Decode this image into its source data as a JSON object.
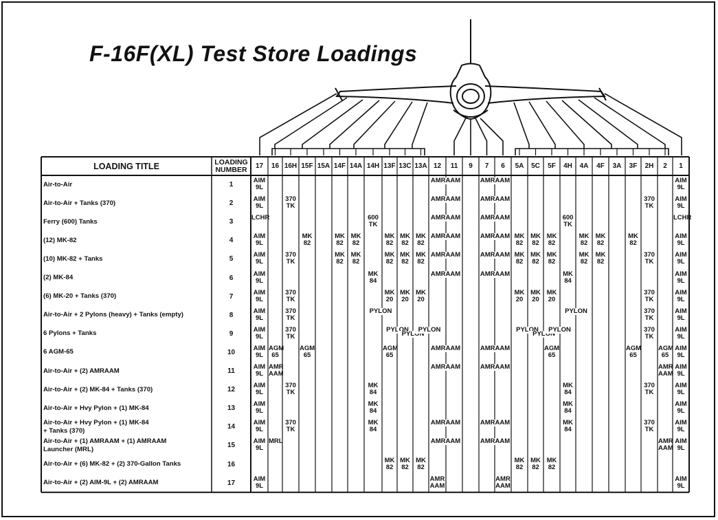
{
  "title": "F-16F(XL) Test Store Loadings",
  "columns": {
    "loading_title": "LOADING TITLE",
    "loading_number": "LOADING NUMBER",
    "stations": [
      "17",
      "16",
      "16H",
      "15F",
      "15A",
      "14F",
      "14A",
      "14H",
      "13F",
      "13C",
      "13A",
      "12",
      "11",
      "9",
      "7",
      "6",
      "5A",
      "5C",
      "5F",
      "4H",
      "4A",
      "4F",
      "3A",
      "3F",
      "2H",
      "2",
      "1"
    ]
  },
  "rows": [
    {
      "title": "Air-to-Air",
      "number": "1"
    },
    {
      "title": "Air-to-Air + Tanks (370)",
      "number": "2"
    },
    {
      "title": "Ferry (600) Tanks",
      "number": "3"
    },
    {
      "title": "(12) MK-82",
      "number": "4"
    },
    {
      "title": "(10) MK-82 + Tanks",
      "number": "5"
    },
    {
      "title": "(2) MK-84",
      "number": "6"
    },
    {
      "title": "(6) MK-20 + Tanks (370)",
      "number": "7"
    },
    {
      "title": "Air-to-Air + 2 Pylons (heavy) + Tanks (empty)",
      "number": "8"
    },
    {
      "title": "6 Pylons + Tanks",
      "number": "9"
    },
    {
      "title": "6 AGM-65",
      "number": "10"
    },
    {
      "title": "Air-to-Air + (2) AMRAAM",
      "number": "11"
    },
    {
      "title": "Air-to-Air + (2) MK-84 + Tanks (370)",
      "number": "12"
    },
    {
      "title": "Air-to-Air + Hvy Pylon + (1) MK-84",
      "number": "13"
    },
    {
      "title": "Air-to-Air + Hvy Pylon + (1) MK-84\n+ Tanks (370)",
      "number": "14"
    },
    {
      "title": "Air-to-Air + (1) AMRAAM + (1) AMRAAM\nLauncher (MRL)",
      "number": "15"
    },
    {
      "title": "Air-to-Air + (6) MK-82 + (2) 370-Gallon Tanks",
      "number": "16"
    },
    {
      "title": "Air-to-Air + (2) AIM-9L + (2) AMRAAM",
      "number": "17"
    }
  ],
  "stores": [
    {
      "row": 1,
      "col": 0,
      "label": "AIM\n9L"
    },
    {
      "row": 1,
      "col": 11,
      "label": "AMRAAM",
      "span": 2
    },
    {
      "row": 1,
      "col": 14,
      "label": "AMRAAM",
      "span": 2
    },
    {
      "row": 1,
      "col": 26,
      "label": "AIM\n9L"
    },
    {
      "row": 2,
      "col": 0,
      "label": "AIM\n9L"
    },
    {
      "row": 2,
      "col": 2,
      "label": "370\nTK"
    },
    {
      "row": 2,
      "col": 11,
      "label": "AMRAAM",
      "span": 2
    },
    {
      "row": 2,
      "col": 14,
      "label": "AMRAAM",
      "span": 2
    },
    {
      "row": 2,
      "col": 24,
      "label": "370\nTK"
    },
    {
      "row": 2,
      "col": 26,
      "label": "AIM\n9L"
    },
    {
      "row": 3,
      "col": 0,
      "label": "LCHR"
    },
    {
      "row": 3,
      "col": 7,
      "label": "600\nTK"
    },
    {
      "row": 3,
      "col": 11,
      "label": "AMRAAM",
      "span": 2
    },
    {
      "row": 3,
      "col": 14,
      "label": "AMRAAM",
      "span": 2
    },
    {
      "row": 3,
      "col": 19,
      "label": "600\nTK"
    },
    {
      "row": 3,
      "col": 26,
      "label": "LCHR"
    },
    {
      "row": 4,
      "col": 0,
      "label": "AIM\n9L"
    },
    {
      "row": 4,
      "col": 3,
      "label": "MK\n82"
    },
    {
      "row": 4,
      "col": 5,
      "label": "MK\n82"
    },
    {
      "row": 4,
      "col": 6,
      "label": "MK\n82"
    },
    {
      "row": 4,
      "col": 8,
      "label": "MK\n82"
    },
    {
      "row": 4,
      "col": 9,
      "label": "MK\n82"
    },
    {
      "row": 4,
      "col": 10,
      "label": "MK\n82"
    },
    {
      "row": 4,
      "col": 11,
      "label": "AMRAAM",
      "span": 2
    },
    {
      "row": 4,
      "col": 14,
      "label": "AMRAAM",
      "span": 2
    },
    {
      "row": 4,
      "col": 16,
      "label": "MK\n82"
    },
    {
      "row": 4,
      "col": 17,
      "label": "MK\n82"
    },
    {
      "row": 4,
      "col": 18,
      "label": "MK\n82"
    },
    {
      "row": 4,
      "col": 20,
      "label": "MK\n82"
    },
    {
      "row": 4,
      "col": 21,
      "label": "MK\n82"
    },
    {
      "row": 4,
      "col": 23,
      "label": "MK\n82"
    },
    {
      "row": 4,
      "col": 26,
      "label": "AIM\n9L"
    },
    {
      "row": 5,
      "col": 0,
      "label": "AIM\n9L"
    },
    {
      "row": 5,
      "col": 2,
      "label": "370\nTK"
    },
    {
      "row": 5,
      "col": 5,
      "label": "MK\n82"
    },
    {
      "row": 5,
      "col": 6,
      "label": "MK\n82"
    },
    {
      "row": 5,
      "col": 8,
      "label": "MK\n82"
    },
    {
      "row": 5,
      "col": 9,
      "label": "MK\n82"
    },
    {
      "row": 5,
      "col": 10,
      "label": "MK\n82"
    },
    {
      "row": 5,
      "col": 11,
      "label": "AMRAAM",
      "span": 2
    },
    {
      "row": 5,
      "col": 14,
      "label": "AMRAAM",
      "span": 2
    },
    {
      "row": 5,
      "col": 16,
      "label": "MK\n82"
    },
    {
      "row": 5,
      "col": 17,
      "label": "MK\n82"
    },
    {
      "row": 5,
      "col": 18,
      "label": "MK\n82"
    },
    {
      "row": 5,
      "col": 20,
      "label": "MK\n82"
    },
    {
      "row": 5,
      "col": 21,
      "label": "MK\n82"
    },
    {
      "row": 5,
      "col": 24,
      "label": "370\nTK"
    },
    {
      "row": 5,
      "col": 26,
      "label": "AIM\n9L"
    },
    {
      "row": 6,
      "col": 0,
      "label": "AIM\n9L"
    },
    {
      "row": 6,
      "col": 7,
      "label": "MK\n84"
    },
    {
      "row": 6,
      "col": 11,
      "label": "AMRAAM",
      "span": 2
    },
    {
      "row": 6,
      "col": 14,
      "label": "AMRAAM",
      "span": 2
    },
    {
      "row": 6,
      "col": 19,
      "label": "MK\n84"
    },
    {
      "row": 6,
      "col": 26,
      "label": "AIM\n9L"
    },
    {
      "row": 7,
      "col": 0,
      "label": "AIM\n9L"
    },
    {
      "row": 7,
      "col": 2,
      "label": "370\nTK"
    },
    {
      "row": 7,
      "col": 8,
      "label": "MK\n20"
    },
    {
      "row": 7,
      "col": 9,
      "label": "MK\n20"
    },
    {
      "row": 7,
      "col": 10,
      "label": "MK\n20"
    },
    {
      "row": 7,
      "col": 16,
      "label": "MK\n20"
    },
    {
      "row": 7,
      "col": 17,
      "label": "MK\n20"
    },
    {
      "row": 7,
      "col": 18,
      "label": "MK\n20"
    },
    {
      "row": 7,
      "col": 24,
      "label": "370\nTK"
    },
    {
      "row": 7,
      "col": 26,
      "label": "AIM\n9L"
    },
    {
      "row": 8,
      "col": 0,
      "label": "AIM\n9L"
    },
    {
      "row": 8,
      "col": 2,
      "label": "370\nTK"
    },
    {
      "row": 8,
      "col": 7,
      "label": "PYLON",
      "span": 2
    },
    {
      "row": 8,
      "col": 19,
      "label": "PYLON",
      "span": 2
    },
    {
      "row": 8,
      "col": 24,
      "label": "370\nTK"
    },
    {
      "row": 8,
      "col": 26,
      "label": "AIM\n9L"
    },
    {
      "row": 9,
      "col": 0,
      "label": "AIM\n9L"
    },
    {
      "row": 9,
      "col": 2,
      "label": "370\nTK"
    },
    {
      "row": 9,
      "col": 8,
      "label": "PYLON",
      "span": 2
    },
    {
      "row": 9,
      "col": 9,
      "label": "PYLON",
      "span": 2,
      "offset": 6
    },
    {
      "row": 9,
      "col": 10,
      "label": "PYLON",
      "span": 2
    },
    {
      "row": 9,
      "col": 16,
      "label": "PYLON",
      "span": 2
    },
    {
      "row": 9,
      "col": 17,
      "label": "PYLON",
      "span": 2,
      "offset": 6
    },
    {
      "row": 9,
      "col": 18,
      "label": "PYLON",
      "span": 2
    },
    {
      "row": 9,
      "col": 24,
      "label": "370\nTK"
    },
    {
      "row": 9,
      "col": 26,
      "label": "AIM\n9L"
    },
    {
      "row": 10,
      "col": 0,
      "label": "AIM\n9L"
    },
    {
      "row": 10,
      "col": 1,
      "label": "AGM\n65"
    },
    {
      "row": 10,
      "col": 3,
      "label": "AGM\n65"
    },
    {
      "row": 10,
      "col": 8,
      "label": "AGM\n65"
    },
    {
      "row": 10,
      "col": 11,
      "label": "AMRAAM",
      "span": 2
    },
    {
      "row": 10,
      "col": 14,
      "label": "AMRAAM",
      "span": 2
    },
    {
      "row": 10,
      "col": 18,
      "label": "AGM\n65"
    },
    {
      "row": 10,
      "col": 23,
      "label": "AGM\n65"
    },
    {
      "row": 10,
      "col": 25,
      "label": "AGM\n65"
    },
    {
      "row": 10,
      "col": 26,
      "label": "AIM\n9L"
    },
    {
      "row": 11,
      "col": 0,
      "label": "AIM\n9L"
    },
    {
      "row": 11,
      "col": 1,
      "label": "AMR\nAAM"
    },
    {
      "row": 11,
      "col": 11,
      "label": "AMRAAM",
      "span": 2
    },
    {
      "row": 11,
      "col": 14,
      "label": "AMRAAM",
      "span": 2
    },
    {
      "row": 11,
      "col": 25,
      "label": "AMR\nAAM"
    },
    {
      "row": 11,
      "col": 26,
      "label": "AIM\n9L"
    },
    {
      "row": 12,
      "col": 0,
      "label": "AIM\n9L"
    },
    {
      "row": 12,
      "col": 2,
      "label": "370\nTK"
    },
    {
      "row": 12,
      "col": 7,
      "label": "MK\n84"
    },
    {
      "row": 12,
      "col": 19,
      "label": "MK\n84"
    },
    {
      "row": 12,
      "col": 24,
      "label": "370\nTK"
    },
    {
      "row": 12,
      "col": 26,
      "label": "AIM\n9L"
    },
    {
      "row": 13,
      "col": 0,
      "label": "AIM\n9L"
    },
    {
      "row": 13,
      "col": 7,
      "label": "MK\n84"
    },
    {
      "row": 13,
      "col": 19,
      "label": "MK\n84"
    },
    {
      "row": 13,
      "col": 26,
      "label": "AIM\n9L"
    },
    {
      "row": 14,
      "col": 0,
      "label": "AIM\n9L"
    },
    {
      "row": 14,
      "col": 2,
      "label": "370\nTK"
    },
    {
      "row": 14,
      "col": 7,
      "label": "MK\n84"
    },
    {
      "row": 14,
      "col": 11,
      "label": "AMRAAM",
      "span": 2
    },
    {
      "row": 14,
      "col": 14,
      "label": "AMRAAM",
      "span": 2
    },
    {
      "row": 14,
      "col": 19,
      "label": "MK\n84"
    },
    {
      "row": 14,
      "col": 24,
      "label": "370\nTK"
    },
    {
      "row": 14,
      "col": 26,
      "label": "AIM\n9L"
    },
    {
      "row": 15,
      "col": 0,
      "label": "AIM\n9L"
    },
    {
      "row": 15,
      "col": 1,
      "label": "MRL"
    },
    {
      "row": 15,
      "col": 11,
      "label": "AMRAAM",
      "span": 2
    },
    {
      "row": 15,
      "col": 14,
      "label": "AMRAAM",
      "span": 2
    },
    {
      "row": 15,
      "col": 25,
      "label": "AMR\nAAM"
    },
    {
      "row": 15,
      "col": 26,
      "label": "AIM\n9L"
    },
    {
      "row": 16,
      "col": 8,
      "label": "MK\n82"
    },
    {
      "row": 16,
      "col": 9,
      "label": "MK\n82"
    },
    {
      "row": 16,
      "col": 10,
      "label": "MK\n82"
    },
    {
      "row": 16,
      "col": 16,
      "label": "MK\n82"
    },
    {
      "row": 16,
      "col": 17,
      "label": "MK\n82"
    },
    {
      "row": 16,
      "col": 18,
      "label": "MK\n82"
    },
    {
      "row": 17,
      "col": 0,
      "label": "AIM\n9L"
    },
    {
      "row": 17,
      "col": 11,
      "label": "AMR\nAAM"
    },
    {
      "row": 17,
      "col": 15,
      "label": "AMR\nAAM"
    },
    {
      "row": 17,
      "col": 26,
      "label": "AIM\n9L"
    }
  ]
}
